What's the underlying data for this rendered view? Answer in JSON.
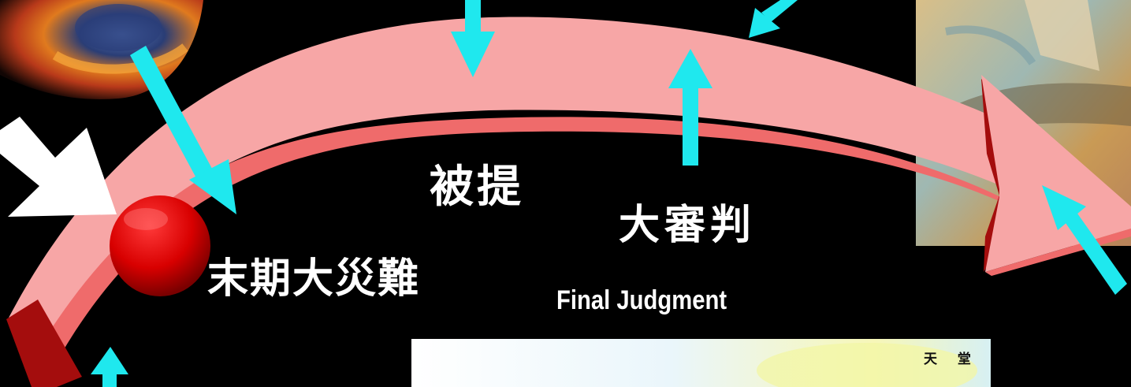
{
  "labels": {
    "rapture": "被提",
    "great_judgment_zh": "大審判",
    "tribulation": "末期大災難",
    "final_judgment_en": "Final Judgment",
    "heaven": "天 堂"
  },
  "colors": {
    "band_top": "#f7a6a6",
    "band_edge": "#ef6b6b",
    "band_end": "#a40d0d",
    "arrow_cyan": "#1fe8ee",
    "arrow_white": "#ffffff",
    "marker_red": "#e00000",
    "background": "#000000"
  },
  "images": {
    "top_left": "nebula-image",
    "right": "painting-image",
    "bottom": "heaven-image"
  }
}
